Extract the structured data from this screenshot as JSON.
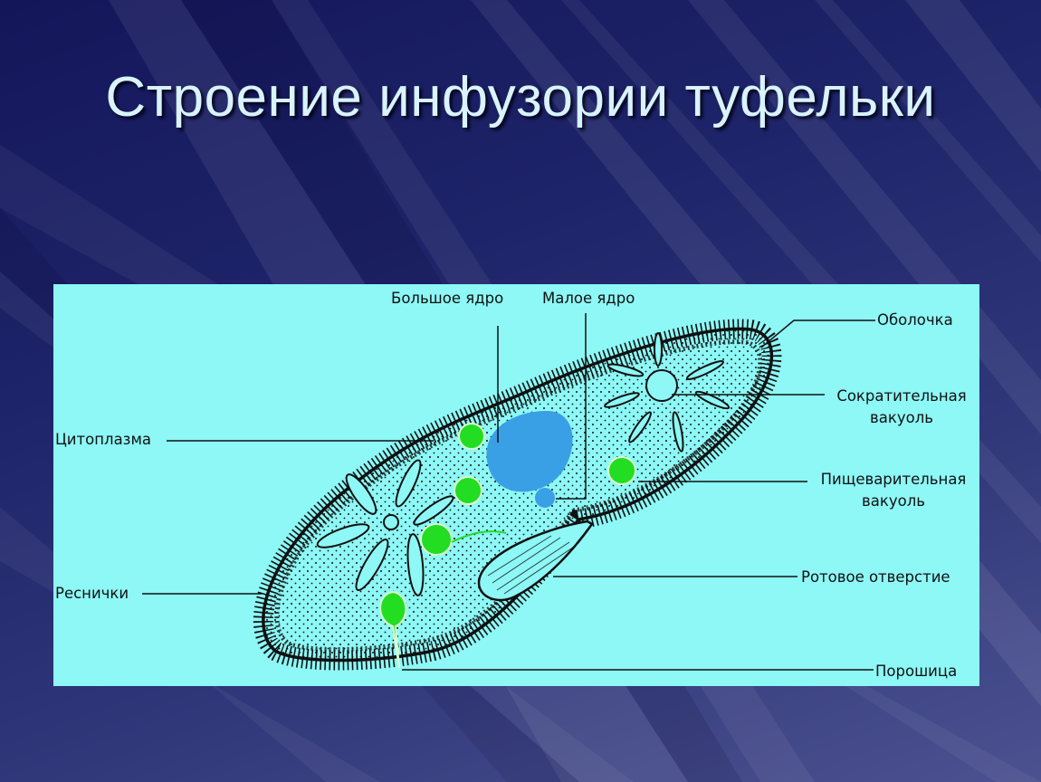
{
  "slide": {
    "title": "Строение инфузории туфельки",
    "colors": {
      "background_dark": "#14165a",
      "background_light": "#4c5290",
      "title_text": "#d9f3ff",
      "panel": "#8df8f6",
      "food_vacuole": "#22dd22",
      "macronucleus": "#3aa0e6"
    }
  },
  "diagram": {
    "labels": {
      "macronucleus": "Большое ядро",
      "micronucleus": "Малое ядро",
      "pellicle": "Оболочка",
      "contractile_vacuole_1": "Сократительная",
      "contractile_vacuole_2": "вакуоль",
      "digestive_vacuole_1": "Пищеварительная",
      "digestive_vacuole_2": "вакуоль",
      "cytoplasm": "Цитоплазма",
      "cilia": "Реснички",
      "mouth": "Ротовое отверстие",
      "anal_pore": "Порошица"
    }
  }
}
